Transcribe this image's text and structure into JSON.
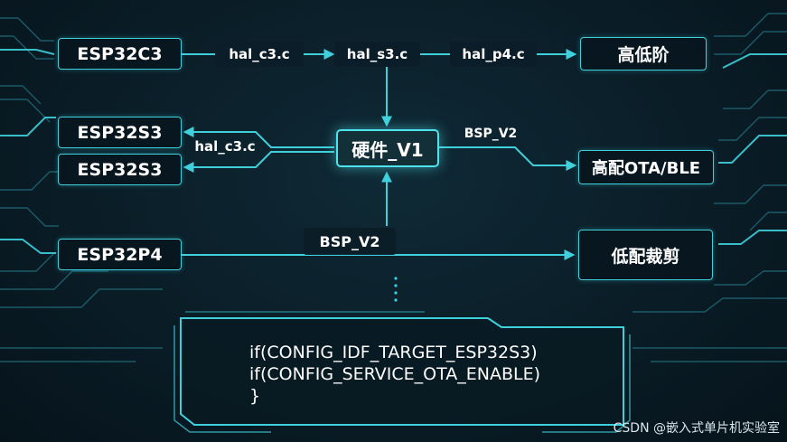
{
  "nodes": {
    "esp32c3": "ESP32C3",
    "esp32s3_a": "ESP32S3",
    "esp32s3_b": "ESP32S3",
    "esp32p4": "ESP32P4",
    "hardware_v1": "硬件_V1",
    "gaodijie": "高低阶",
    "gaopei": "高配OTA/BLE",
    "dipei": "低配裁剪"
  },
  "tags": {
    "hal_c3_top": "hal_c3.c",
    "hal_s3": "hal_s3.c",
    "hal_p4": "hal_p4.c",
    "hal_c3_left": "hal_c3.c",
    "bsp_v2_right": "BSP_V2",
    "bsp_v2_bottom": "BSP_V2"
  },
  "code": {
    "line1": "if(CONFIG_IDF_TARGET_ESP32S3)",
    "line2": "if(CONFIG_SERVICE_OTA_ENABLE)",
    "line3": "}"
  },
  "watermark": "CSDN @嵌入式单片机实验室",
  "colors": {
    "accent": "#3fd0dc",
    "background": "#0a1d27"
  }
}
